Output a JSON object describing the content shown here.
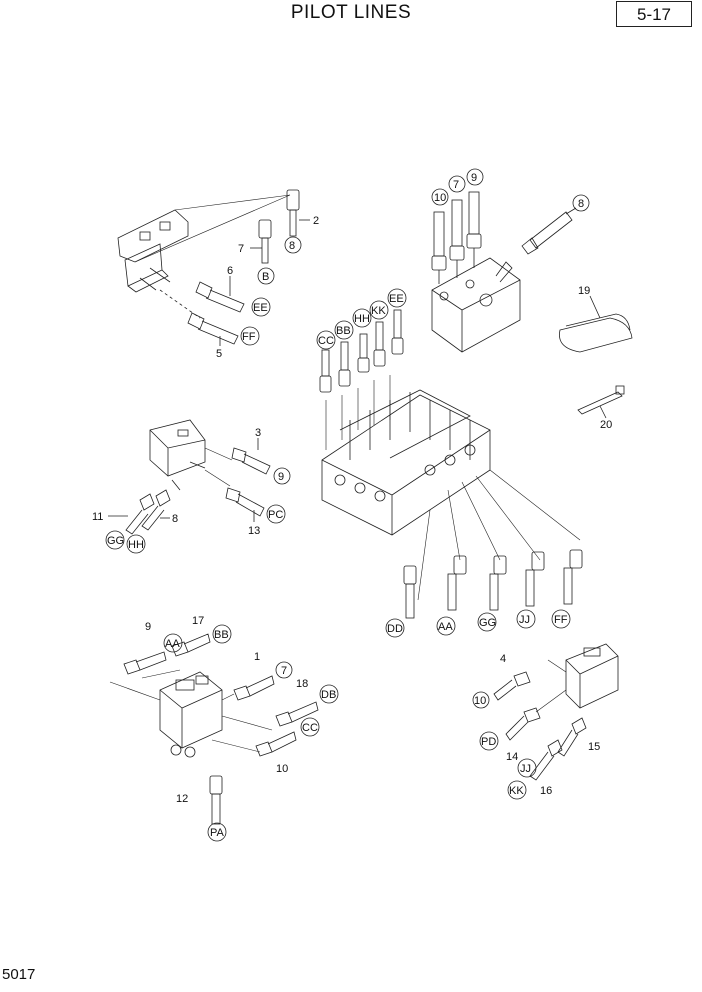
{
  "header": {
    "title": "PILOT LINES",
    "page": "5-17"
  },
  "footer": {
    "doc_number": "5017"
  },
  "labels": {
    "n1": "1",
    "n2": "2",
    "n3": "3",
    "n4": "4",
    "n5": "5",
    "n6": "6",
    "n7a": "7",
    "n8a": "8",
    "n8b": "8",
    "n8c": "8",
    "n9a": "9",
    "n9b": "9",
    "n10a": "10",
    "n10b": "10",
    "n11": "11",
    "n12": "12",
    "n13": "13",
    "n14": "14",
    "n15": "15",
    "n16": "16",
    "n17": "17",
    "n18": "18",
    "n19": "19",
    "n20": "20",
    "n7c": "7",
    "n9c": "9",
    "n10c": "10"
  },
  "callouts": {
    "B": "B",
    "EE": "EE",
    "FF": "FF",
    "C9": "9",
    "PC": "PC",
    "GG": "GG",
    "HH": "HH",
    "CC": "CC",
    "BB": "BB",
    "HH2": "HH",
    "KK": "KK",
    "EE2": "EE",
    "DD": "DD",
    "AA": "AA",
    "GG2": "GG",
    "JJ": "JJ",
    "FF2": "FF",
    "AA2": "AA",
    "BB2": "BB",
    "C7": "7",
    "DB": "DB",
    "CC2": "CC",
    "PA": "PA",
    "C10": "10",
    "PD": "PD",
    "JJ2": "JJ",
    "KK2": "KK",
    "C8": "8",
    "C8b": "8"
  }
}
